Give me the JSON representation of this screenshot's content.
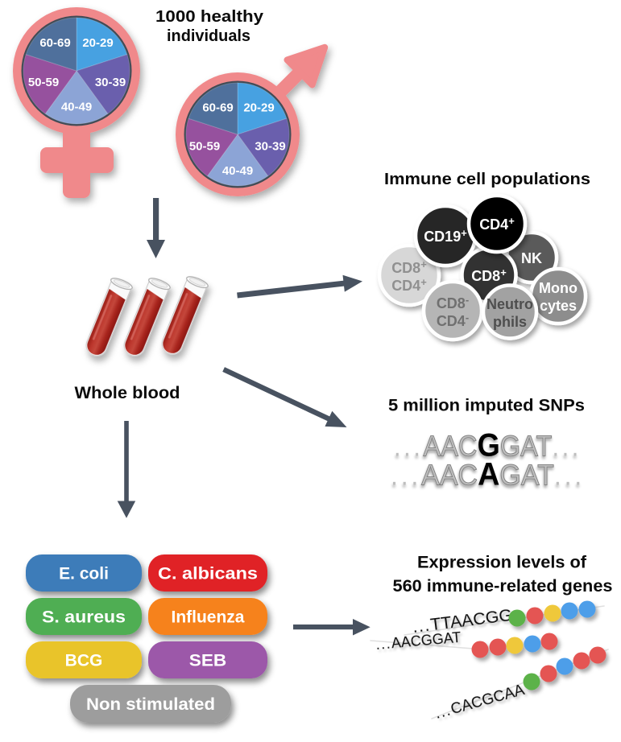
{
  "figure": {
    "cohort": {
      "title_line1": "1000 healthy",
      "title_line2": "individuals",
      "symbol_color": "#F0898B",
      "age_groups": [
        {
          "label": "20-29",
          "color": "#47A1E1"
        },
        {
          "label": "30-39",
          "color": "#6A5FAD"
        },
        {
          "label": "40-49",
          "color": "#8CA4D6"
        },
        {
          "label": "50-59",
          "color": "#96519E"
        },
        {
          "label": "60-69",
          "color": "#4F709C"
        }
      ]
    },
    "whole_blood": {
      "label": "Whole blood",
      "blood_color": "#A32620"
    },
    "immune_cells": {
      "title": "Immune cell populations",
      "cells": [
        {
          "name": "CD8+CD4+",
          "line1": "CD8",
          "sup1": "+",
          "line2": "CD4",
          "sup2": "+",
          "fill": "#D7D7D7",
          "text_color": "#909090"
        },
        {
          "name": "CD19+",
          "line1": "CD19",
          "sup1": "+",
          "fill": "#272727",
          "text_color": "#FFFFFF"
        },
        {
          "name": "NK",
          "line1": "NK",
          "sup1": "",
          "fill": "#5A5A5A",
          "text_color": "#FFFFFF"
        },
        {
          "name": "CD8+",
          "line1": "CD8",
          "sup1": "+",
          "fill": "#323232",
          "text_color": "#FFFFFF"
        },
        {
          "name": "CD4+",
          "line1": "CD4",
          "sup1": "+",
          "fill": "#060606",
          "text_color": "#FFFFFF"
        },
        {
          "name": "Monocytes",
          "line1": "Mono",
          "sup1": "",
          "line2": "cytes",
          "sup2": "",
          "fill": "#8D8D8D",
          "text_color": "#FFFFFF"
        },
        {
          "name": "CD8-CD4-",
          "line1": "CD8",
          "sup1": "-",
          "line2": "CD4",
          "sup2": "-",
          "fill": "#B5B5B5",
          "text_color": "#707070"
        },
        {
          "name": "Neutrophils",
          "line1": "Neutro",
          "sup1": "",
          "line2": "phils",
          "sup2": "",
          "fill": "#A2A2A2",
          "text_color": "#4E4E4E"
        }
      ]
    },
    "snps": {
      "title": "5 million imputed SNPs",
      "rows": [
        {
          "lead": "...",
          "pre": "AAC",
          "snp": "G",
          "post": "GAT",
          "trail": "..."
        },
        {
          "lead": "...",
          "pre": "AAC",
          "snp": "A",
          "post": "GAT",
          "trail": "..."
        }
      ]
    },
    "stimulations": [
      {
        "label": "E. coli",
        "color": "#3C7CB9"
      },
      {
        "label": "C. albicans",
        "color": "#E02127"
      },
      {
        "label": "S. aureus",
        "color": "#4FAE52"
      },
      {
        "label": "Influenza",
        "color": "#F6821F"
      },
      {
        "label": "BCG",
        "color": "#E9C429"
      },
      {
        "label": "SEB",
        "color": "#9C58A9"
      },
      {
        "label": "Non stimulated",
        "color": "#9D9D9D"
      }
    ],
    "expression": {
      "title_line1": "Expression levels of",
      "title_line2": "560 immune-related genes",
      "rows": [
        {
          "lead": "...",
          "seq": "TTAACGG",
          "beads": [
            "#5CB248",
            "#E45553",
            "#EFC83B",
            "#4E9EE9",
            "#4E9EE9"
          ]
        },
        {
          "lead": "...",
          "seq": "AACGGAT",
          "beads": [
            "#E45553",
            "#E45553",
            "#EFC83B",
            "#4E9EE9",
            "#E45553"
          ]
        },
        {
          "lead": "...",
          "seq": "CACGCAA",
          "beads": [
            "#5CB248",
            "#E45553",
            "#4E9EE9",
            "#E45553",
            "#E45553"
          ]
        }
      ]
    },
    "arrow_color": "#485260"
  }
}
